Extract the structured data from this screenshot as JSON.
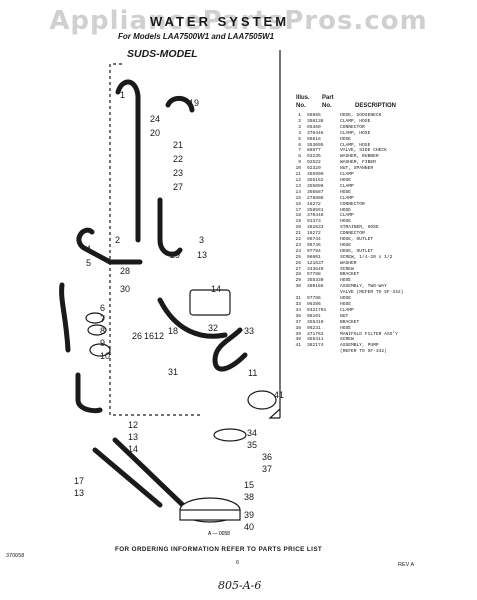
{
  "watermark": "AppliancePartsPros.com",
  "title": "WATER SYSTEM",
  "subtitle": "For Models LAA7500W1 and LAA7505W1",
  "model_label": "SUDS-MODEL",
  "header": {
    "illus": "Illus.",
    "no1": "No.",
    "part": "Part",
    "no2": "No.",
    "desc": "DESCRIPTION"
  },
  "parts": [
    [
      "1",
      "98865",
      "HOSE, GOOSENECK"
    ],
    [
      "2",
      "356138",
      "CLAMP, HOSE"
    ],
    [
      "3",
      "95460",
      "CONNECTOR"
    ],
    [
      "4",
      "370446",
      "CLAMP, HOSE"
    ],
    [
      "5",
      "96816",
      "HOSE"
    ],
    [
      "6",
      "353095",
      "CLAMP, HOSE"
    ],
    [
      "7",
      "88677",
      "VALVE, SIDE CHECK"
    ],
    [
      "8",
      "93235",
      "WASHER, RUBBER"
    ],
    [
      "9",
      "92522",
      "WASHER, FIBER"
    ],
    [
      "10",
      "92329",
      "NUT, SPANNER"
    ],
    [
      "11",
      "355999",
      "CLAMP"
    ],
    [
      "12",
      "355152",
      "HOSE"
    ],
    [
      "13",
      "355096",
      "CLAMP"
    ],
    [
      "14",
      "356587",
      "HOSE"
    ],
    [
      "15",
      "278806",
      "CLAMP"
    ],
    [
      "16",
      "16272",
      "CONNECTOR"
    ],
    [
      "17",
      "358551",
      "HOSE"
    ],
    [
      "18",
      "370446",
      "CLAMP"
    ],
    [
      "19",
      "91373",
      "HOSE"
    ],
    [
      "20",
      "382833",
      "STRAINER, HOSE"
    ],
    [
      "21",
      "16272",
      "CONNECTOR"
    ],
    [
      "22",
      "96744",
      "HOSE, OUTLET"
    ],
    [
      "23",
      "96746",
      "HOSE"
    ],
    [
      "24",
      "97784",
      "HOSE, OUTLET"
    ],
    [
      "25",
      "98601",
      "SCREW, 1/4-20 x 1/2"
    ],
    [
      "26",
      "121637",
      "WASHER"
    ],
    [
      "27",
      "343649",
      "SCREW"
    ],
    [
      "28",
      "97788",
      "BRACKET"
    ],
    [
      "29",
      "355330",
      "HOSE"
    ],
    [
      "30",
      "360166",
      "ASSEMBLY, TWO-WAY"
    ],
    [
      "",
      "",
      "VALVE (REFER TO SF-342)"
    ],
    [
      "31",
      "97786",
      "HOSE"
    ],
    [
      "33",
      "96386",
      "HOSE"
    ],
    [
      "34",
      "9421701",
      "CLAMP"
    ],
    [
      "36",
      "96101",
      "NUT"
    ],
    [
      "37",
      "355410",
      "BRACKET"
    ],
    [
      "38",
      "96231",
      "HOSE"
    ],
    [
      "39",
      "371763",
      "MANIFOLD FILTER ASS'Y"
    ],
    [
      "40",
      "355411",
      "SCREW"
    ],
    [
      "41",
      "362174",
      "ASSEMBLY, PUMP"
    ],
    [
      "",
      "",
      "(REFER TO SF-342)"
    ]
  ],
  "callouts": [
    "1",
    "19",
    "24",
    "20",
    "21",
    "22",
    "23",
    "27",
    "2",
    "3",
    "4",
    "5",
    "28",
    "29",
    "13",
    "30",
    "14",
    "18",
    "26",
    "16",
    "12",
    "32",
    "33",
    "31",
    "6",
    "7",
    "8",
    "9",
    "10",
    "11",
    "41",
    "12",
    "13",
    "14",
    "34",
    "35",
    "36",
    "37",
    "15",
    "38",
    "39",
    "40",
    "17",
    "13"
  ],
  "diagram_code": "A — 0058",
  "footer": "FOR ORDERING INFORMATION REFER TO PARTS PRICE LIST",
  "left_code": "370058",
  "page_number": "6",
  "rev": "REV A",
  "handwritten": "805-A-6"
}
